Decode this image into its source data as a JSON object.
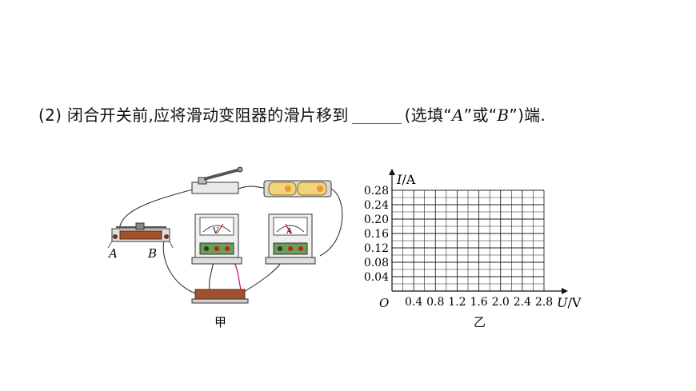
{
  "question": {
    "number": "(2)",
    "text_before": "闭合开关前,应将滑动变阻器的滑片移到",
    "text_after_1": "(选填“",
    "option_a": "A",
    "text_mid": "”或“",
    "option_b": "B",
    "text_after_2": "”)端."
  },
  "circuit": {
    "caption": "甲",
    "label_a": "A",
    "label_b": "B",
    "voltmeter_symbol": "V",
    "ammeter_symbol": "A"
  },
  "graph": {
    "caption": "乙",
    "ylabel_sym": "I",
    "ylabel_unit": "/A",
    "xlabel_sym": "U",
    "xlabel_unit": "/V",
    "origin": "O"
  },
  "chart_data": {
    "type": "line",
    "x_ticks": [
      "0.4",
      "0.8",
      "1.2",
      "1.6",
      "2.0",
      "2.4",
      "2.8"
    ],
    "y_ticks": [
      "0.04",
      "0.08",
      "0.12",
      "0.16",
      "0.20",
      "0.24",
      "0.28"
    ],
    "xlim": [
      0,
      2.8
    ],
    "ylim": [
      0,
      0.28
    ],
    "grid": true,
    "series": []
  },
  "colors": {
    "blank_line": "#c0306a",
    "resistor": "#a0522d",
    "battery": "#f2d27a"
  }
}
